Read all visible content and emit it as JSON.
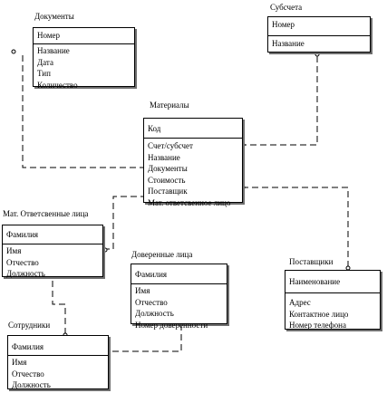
{
  "entities": {
    "dokumenty": {
      "title": "Документы",
      "key": "Номер",
      "attrs": [
        "Название",
        "Дата",
        "Тип",
        "Количество"
      ]
    },
    "subscheta": {
      "title": "Субсчета",
      "key": "Номер",
      "attrs": [
        "Название"
      ]
    },
    "materialy": {
      "title": "Материалы",
      "key": "Код",
      "attrs": [
        "Счет/субсчет",
        "Название",
        "Документы",
        "Стоимость",
        "Поставщик",
        "Мат. ответсвенное лицо"
      ]
    },
    "mat_otv": {
      "title": "Мат. Ответсвенные лица",
      "key": "Фамилия",
      "attrs": [
        "Имя",
        "Отчество",
        "Должность"
      ]
    },
    "postavshchiki": {
      "title": "Поставщики",
      "key": "Наименование",
      "attrs": [
        "Адрес",
        "Контактное лицо",
        "Номер телефона"
      ]
    },
    "doverennye": {
      "title": "Доверенные лица",
      "key": "Фамилия",
      "attrs": [
        "Имя",
        "Отчество",
        "Должность",
        "Номер доверенности"
      ]
    },
    "sotrudniki": {
      "title": "Сотрудники",
      "key": "Фамилия",
      "attrs": [
        "Имя",
        "Отчество",
        "Должность"
      ]
    }
  }
}
